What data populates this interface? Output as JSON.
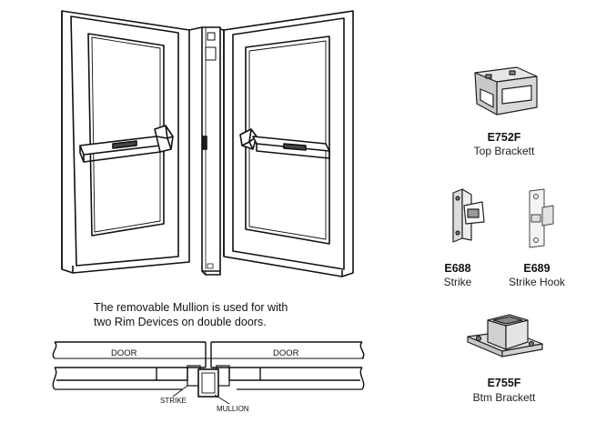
{
  "caption": {
    "line1": "The removable Mullion is used for with",
    "line2": "two Rim Devices on double doors."
  },
  "parts": [
    {
      "code": "E752F",
      "desc": "Top Brackett"
    },
    {
      "code": "E688",
      "desc": "Strike"
    },
    {
      "code": "E689",
      "desc": "Strike Hook"
    },
    {
      "code": "E755F",
      "desc": "Btm Brackett"
    }
  ],
  "section": {
    "door_left": "DOOR",
    "door_right": "DOOR",
    "strike": "STRIKE",
    "mullion": "MULLION"
  }
}
